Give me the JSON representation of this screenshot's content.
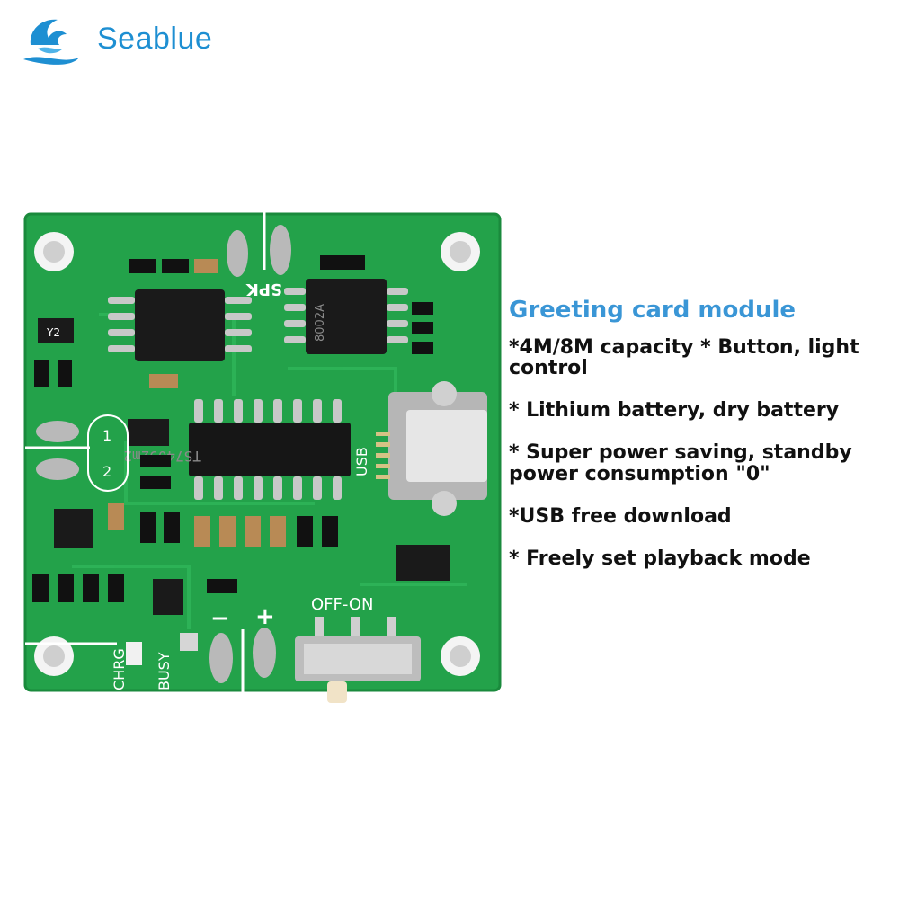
{
  "brand": {
    "name": "Seablue"
  },
  "board_labels": {
    "spk": "SPK",
    "usb": "USB",
    "switch": "OFF-ON",
    "chrg": "CHRG",
    "busy": "BUSY",
    "minus": "−",
    "plus": "+",
    "pad1": "1",
    "pad2": "2",
    "y2": "Y2",
    "chip_main": "TS74092m2",
    "chip_code": "8002A"
  },
  "product": {
    "title": "Greeting card module",
    "features": [
      "*4M/8M capacity * Button, light control",
      "* Lithium battery, dry battery",
      "* Super power saving, standby power consumption \"0\"",
      "*USB free download",
      "* Freely set playback mode"
    ]
  },
  "colors": {
    "brand_blue": "#1e8fd2",
    "title_blue": "#3a96d6",
    "pcb_green": "#23a24a",
    "trace_green": "#2fb65a"
  }
}
